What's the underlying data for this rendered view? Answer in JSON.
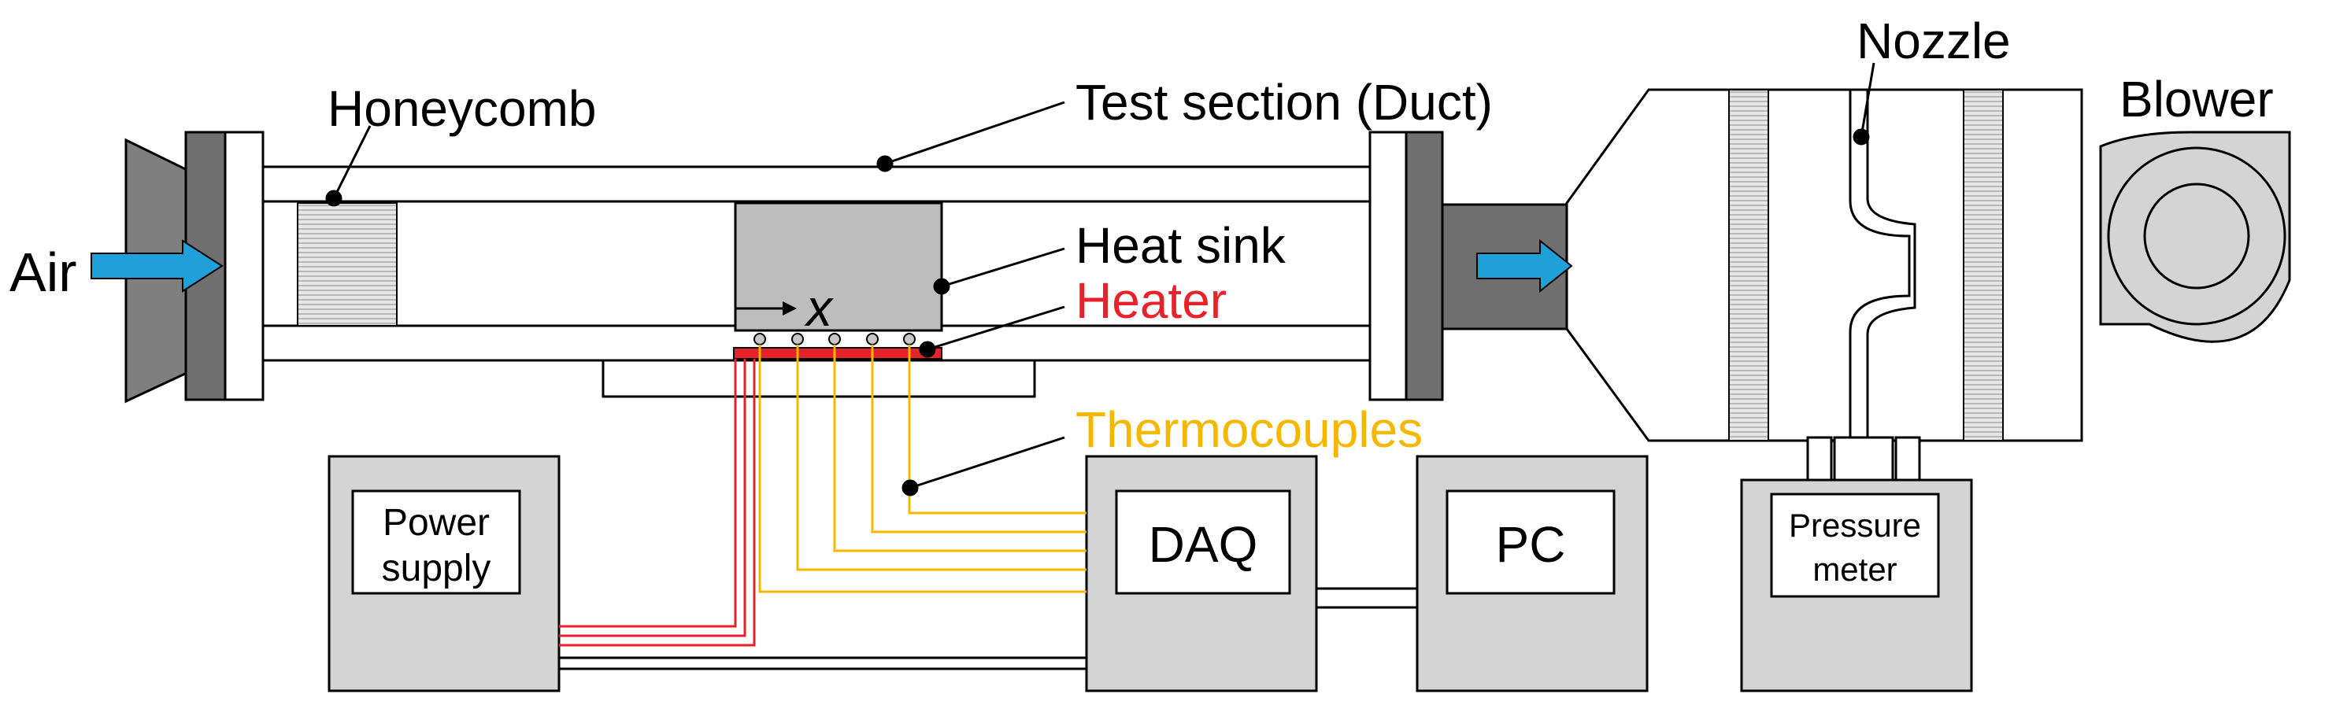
{
  "labels": {
    "air": "Air",
    "honeycomb": "Honeycomb",
    "test_section": "Test section (Duct)",
    "heat_sink": "Heat sink",
    "heater": "Heater",
    "x_axis": "x",
    "thermocouples": "Thermocouples",
    "nozzle": "Nozzle",
    "blower": "Blower"
  },
  "boxes": {
    "power_supply": [
      "Power",
      "supply"
    ],
    "daq": "DAQ",
    "pc": "PC",
    "pressure_meter": [
      "Pressure",
      "meter"
    ]
  },
  "colors": {
    "heater_red": "#e8222a",
    "thermocouple_yellow": "#f5b800",
    "flow_arrow_blue": "#1fa0d8",
    "dark_gray": "#808080",
    "mid_gray": "#b0b0b0",
    "light_gray": "#d4d4d4"
  },
  "icons": [
    "air-inlet-arrow-icon",
    "outlet-arrow-icon",
    "blower-fan-icon",
    "x-direction-arrow-icon"
  ]
}
